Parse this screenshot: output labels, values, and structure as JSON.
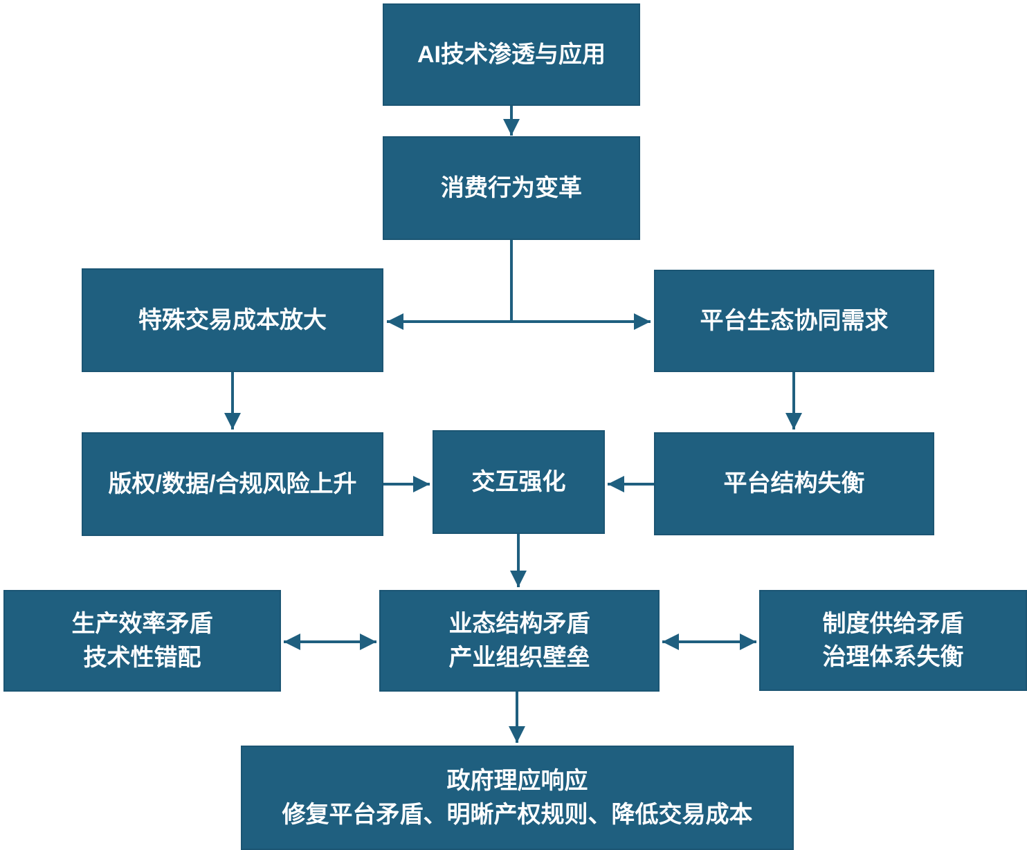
{
  "diagram": {
    "colors": {
      "box_fill": "#1F5F7F",
      "box_border": "#1B5573",
      "arrow": "#1F5F7F",
      "text": "#FFFFFF",
      "background": "#FFFFFF"
    },
    "nodes": {
      "ai_tech": {
        "line1": "AI技术渗透与应用"
      },
      "consumer_change": {
        "line1": "消费行为变革"
      },
      "special_cost": {
        "line1": "特殊交易成本放大"
      },
      "platform_demand": {
        "line1": "平台生态协同需求"
      },
      "compliance_risk": {
        "line1": "版权/数据/合规风险上升"
      },
      "interaction": {
        "line1": "交互强化"
      },
      "platform_imbalance": {
        "line1": "平台结构失衡"
      },
      "production_efficiency": {
        "line1": "生产效率矛盾",
        "line2": "技术性错配"
      },
      "business_structure": {
        "line1": "业态结构矛盾",
        "line2": "产业组织壁垒"
      },
      "institutional_supply": {
        "line1": "制度供给矛盾",
        "line2": "治理体系失衡"
      },
      "government_response": {
        "line1": "政府理应响应",
        "line2": "修复平台矛盾、明晰产权规则、降低交易成本"
      }
    },
    "edges": [
      {
        "from": "ai_tech",
        "to": "consumer_change",
        "style": "single-arrow"
      },
      {
        "from": "consumer_change",
        "to": "special_cost",
        "style": "single-arrow"
      },
      {
        "from": "consumer_change",
        "to": "platform_demand",
        "style": "single-arrow"
      },
      {
        "from": "special_cost",
        "to": "compliance_risk",
        "style": "single-arrow"
      },
      {
        "from": "platform_demand",
        "to": "platform_imbalance",
        "style": "single-arrow"
      },
      {
        "from": "compliance_risk",
        "to": "interaction",
        "style": "single-arrow"
      },
      {
        "from": "platform_imbalance",
        "to": "interaction",
        "style": "single-arrow"
      },
      {
        "from": "interaction",
        "to": "business_structure",
        "style": "single-arrow"
      },
      {
        "from": "production_efficiency",
        "to": "business_structure",
        "style": "double-arrow"
      },
      {
        "from": "business_structure",
        "to": "institutional_supply",
        "style": "double-arrow"
      },
      {
        "from": "business_structure",
        "to": "government_response",
        "style": "single-arrow"
      }
    ]
  }
}
